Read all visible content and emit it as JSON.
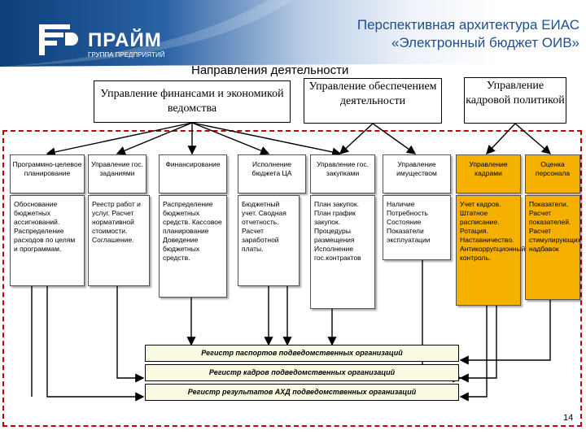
{
  "header": {
    "logo_name": "ПРАЙМ",
    "logo_subtitle": "ГРУППА ПРЕДПРИЯТИЙ",
    "title_line1": "Перспективная архитектура ЕИАС",
    "title_line2": "«Электронный бюджет ОИВ»"
  },
  "directions_label": "Направления деятельности",
  "top_boxes": [
    {
      "text": "Управление финансами и экономикой ведомства"
    },
    {
      "text": "Управление обеспечением деятельности"
    },
    {
      "text": "Управление кадровой политикой"
    }
  ],
  "functions": [
    {
      "head": "Программно-целевое планирование",
      "body": "Обоснование бюджетных ассигнований. Распределение расходов по целям и программам.",
      "highlight": false
    },
    {
      "head": "Управление гос. заданиями",
      "body": "Реестр работ и услуг. Расчет нормативной стоимости. Соглашение.",
      "highlight": false
    },
    {
      "head": "Финансирование",
      "body": "Распределение бюджетных средств. Кассовое планирование Доведение бюджетных средств.",
      "highlight": false
    },
    {
      "head": "Исполнение бюджета ЦА",
      "body": "Бюджетный учет. Сводная отчетность. Расчет заработной платы.",
      "highlight": false
    },
    {
      "head": "Управление гос. закупками",
      "body": "План закупок. План график закупок. Процедуры размещения Исполнение гос.контрактов",
      "highlight": false
    },
    {
      "head": "Управление имуществом",
      "body": "Наличие Потребность Состояние Показатели эксплуатации",
      "highlight": false
    },
    {
      "head": "Управление кадрами",
      "body": "Учет кадров. Штатное расписание. Ротация. Наставничество. Антикоррупционный контроль.",
      "highlight": true
    },
    {
      "head": "Оценка персонала",
      "body": "Показатели. Расчет показателей. Расчет стимулирующих надбавок",
      "highlight": true
    }
  ],
  "registries": [
    "Регистр паспортов подведомственных организаций",
    "Регистр кадров подведомственных организаций",
    "Регистр результатов АХД  подведомственных организаций"
  ],
  "page_number": "14",
  "colors": {
    "accent_blue": "#1f4f8c",
    "dashed_red": "#c0000c",
    "orange": "#f5b000",
    "registry_bg": "#fbfbe2"
  }
}
